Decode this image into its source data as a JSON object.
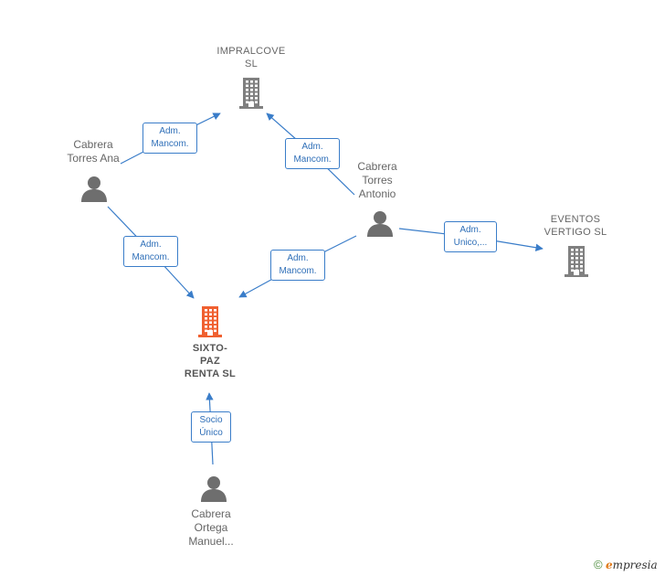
{
  "nodes": {
    "impralcove": {
      "lines": [
        "IMPRALCOVE",
        "SL"
      ],
      "kind": "company",
      "color": "#808080"
    },
    "eventos": {
      "lines": [
        "EVENTOS",
        "VERTIGO  SL"
      ],
      "kind": "company",
      "color": "#808080"
    },
    "sixto": {
      "lines": [
        "SIXTO-",
        "PAZ",
        "RENTA  SL"
      ],
      "kind": "company-main",
      "color": "#f06030"
    },
    "cabrera_ana": {
      "lines": [
        "Cabrera",
        "Torres Ana"
      ],
      "kind": "person",
      "color": "#6e6e6e"
    },
    "cabrera_antonio": {
      "lines": [
        "Cabrera",
        "Torres",
        "Antonio"
      ],
      "kind": "person",
      "color": "#6e6e6e"
    },
    "cabrera_manuel": {
      "lines": [
        "Cabrera",
        "Ortega",
        "Manuel..."
      ],
      "kind": "person",
      "color": "#6e6e6e"
    }
  },
  "relations": [
    {
      "id": "ana-impralcove",
      "lines": [
        "Adm.",
        "Mancom."
      ]
    },
    {
      "id": "antonio-impralcove",
      "lines": [
        "Adm.",
        "Mancom."
      ]
    },
    {
      "id": "ana-sixto",
      "lines": [
        "Adm.",
        "Mancom."
      ]
    },
    {
      "id": "antonio-sixto",
      "lines": [
        "Adm.",
        "Mancom."
      ]
    },
    {
      "id": "antonio-eventos",
      "lines": [
        "Adm.",
        "Unico,..."
      ]
    },
    {
      "id": "manuel-sixto",
      "lines": [
        "Socio",
        "Único"
      ]
    }
  ],
  "edge_color": "#3a7dc9",
  "watermark": {
    "symbol": "©",
    "brand_initial": "e",
    "brand_rest": "mpresia"
  }
}
